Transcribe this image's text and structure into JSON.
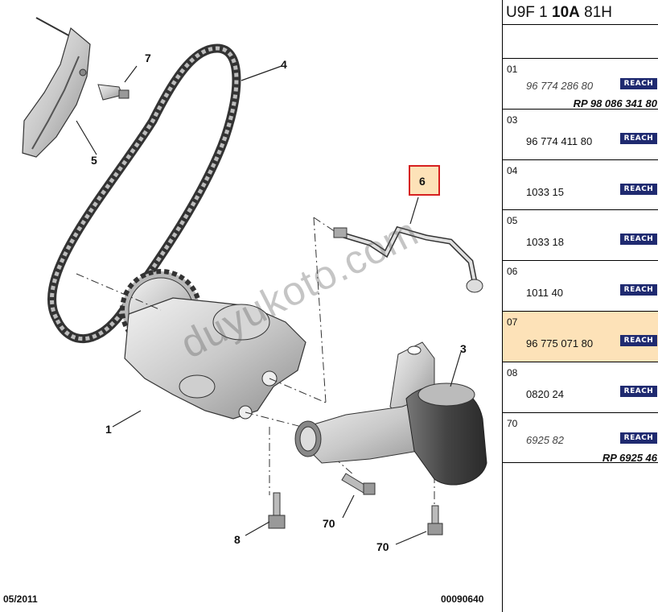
{
  "reference": {
    "prefix": "U9F 1 ",
    "bold": "10A",
    "suffix": " 81H"
  },
  "callouts": [
    "1",
    "3",
    "4",
    "5",
    "6",
    "7",
    "8",
    "70",
    "70"
  ],
  "footer": {
    "date": "05/2011",
    "diagram_code": "00090640"
  },
  "watermark": "duyukoto.com",
  "badge_label": "REACH",
  "parts": [
    {
      "num": "01",
      "part": "96 774 286 80",
      "italic": true,
      "sub": "RP 98 086 341 80",
      "highlight": false
    },
    {
      "num": "03",
      "part": "96 774 411 80",
      "italic": false,
      "sub": "",
      "highlight": false
    },
    {
      "num": "04",
      "part": "1033 15",
      "italic": false,
      "sub": "",
      "highlight": false
    },
    {
      "num": "05",
      "part": "1033 18",
      "italic": false,
      "sub": "",
      "highlight": false
    },
    {
      "num": "06",
      "part": "1011 40",
      "italic": false,
      "sub": "",
      "highlight": false
    },
    {
      "num": "07",
      "part": "96 775 071 80",
      "italic": false,
      "sub": "",
      "highlight": true
    },
    {
      "num": "08",
      "part": "0820 24",
      "italic": false,
      "sub": "",
      "highlight": false
    },
    {
      "num": "70",
      "part": "6925 82",
      "italic": true,
      "sub": "RP 6925 46",
      "highlight": false
    }
  ],
  "colors": {
    "highlight": "#fde2b8",
    "reach_badge": "#1f2a70",
    "callout_box": "#d62020"
  }
}
